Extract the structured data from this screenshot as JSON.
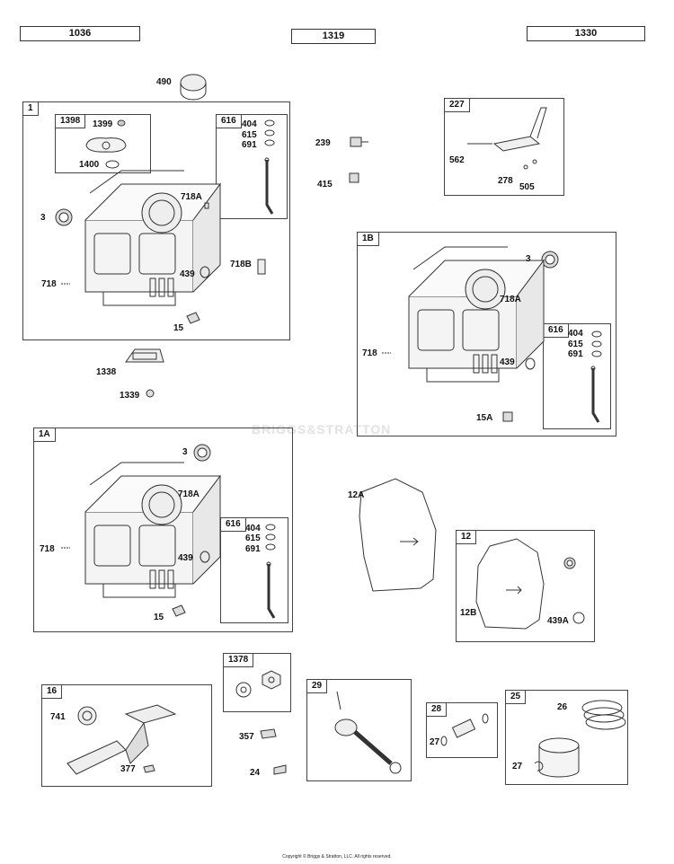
{
  "tabs": [
    "1036",
    "1319",
    "1330"
  ],
  "boxes": {
    "b1": "1",
    "b1398": "1398",
    "b616a": "616",
    "b227": "227",
    "b1b": "1B",
    "b616b": "616",
    "b1a": "1A",
    "b616c": "616",
    "b12": "12",
    "b16": "16",
    "b1378": "1378",
    "b29": "29",
    "b28": "28",
    "b25": "25"
  },
  "labels": {
    "l490": "490",
    "l1399": "1399",
    "l1400": "1400",
    "l404a": "404",
    "l615a": "615",
    "l691a": "691",
    "l718Aa": "718A",
    "l3a": "3",
    "l718a": "718",
    "l439a": "439",
    "l718B": "718B",
    "l15a": "15",
    "l239": "239",
    "l415": "415",
    "l562": "562",
    "l278": "278",
    "l505": "505",
    "l3b": "3",
    "l718Ab": "718A",
    "l404b": "404",
    "l615b": "615",
    "l691b": "691",
    "l718b": "718",
    "l439b": "439",
    "l15A": "15A",
    "l1338": "1338",
    "l1339": "1339",
    "l3c": "3",
    "l718Ac": "718A",
    "l404c": "404",
    "l615c": "615",
    "l691c": "691",
    "l718c": "718",
    "l439c": "439",
    "l15c": "15",
    "l12A": "12A",
    "l12B": "12B",
    "l439A": "439A",
    "l741": "741",
    "l377": "377",
    "l357": "357",
    "l24": "24",
    "l27a": "27",
    "l26": "26",
    "l27b": "27"
  },
  "watermark": "BRIGGS&STRATTON",
  "copyright": "Copyright © Briggs & Stratton, LLC. All rights reserved."
}
